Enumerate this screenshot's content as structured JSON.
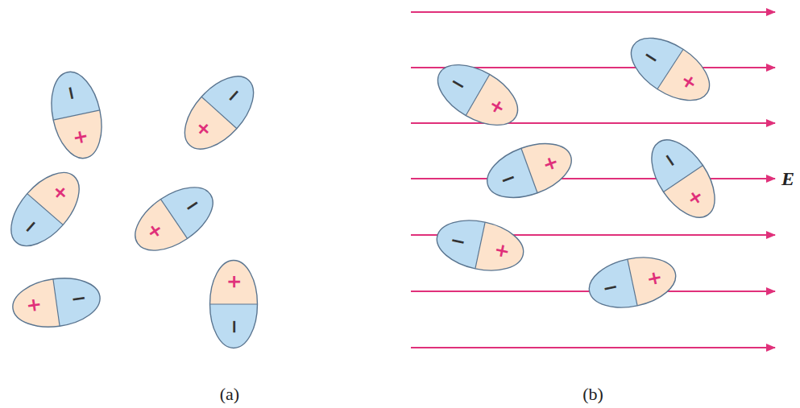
{
  "diagram": {
    "nodes": [
      {
        "text": [
          "−",
          "+"
        ]
      },
      {
        "text": [
          "−",
          "+"
        ]
      },
      {
        "text": [
          "−",
          "+"
        ]
      },
      {
        "text": [
          "−",
          "+"
        ]
      },
      {
        "text": [
          "−",
          "+"
        ]
      },
      {
        "text": [
          "−",
          "+"
        ]
      },
      {
        "text": [
          "−",
          "+"
        ]
      },
      {
        "text": [
          "−",
          "+"
        ]
      },
      {
        "text": [
          "−",
          "+"
        ]
      },
      {
        "text": [
          "−",
          "+"
        ]
      },
      {
        "text": [
          "−",
          "+"
        ]
      },
      {
        "text": [
          "−",
          "+"
        ]
      }
    ],
    "labels": [
      "E",
      "(a)",
      "(b)"
    ]
  }
}
